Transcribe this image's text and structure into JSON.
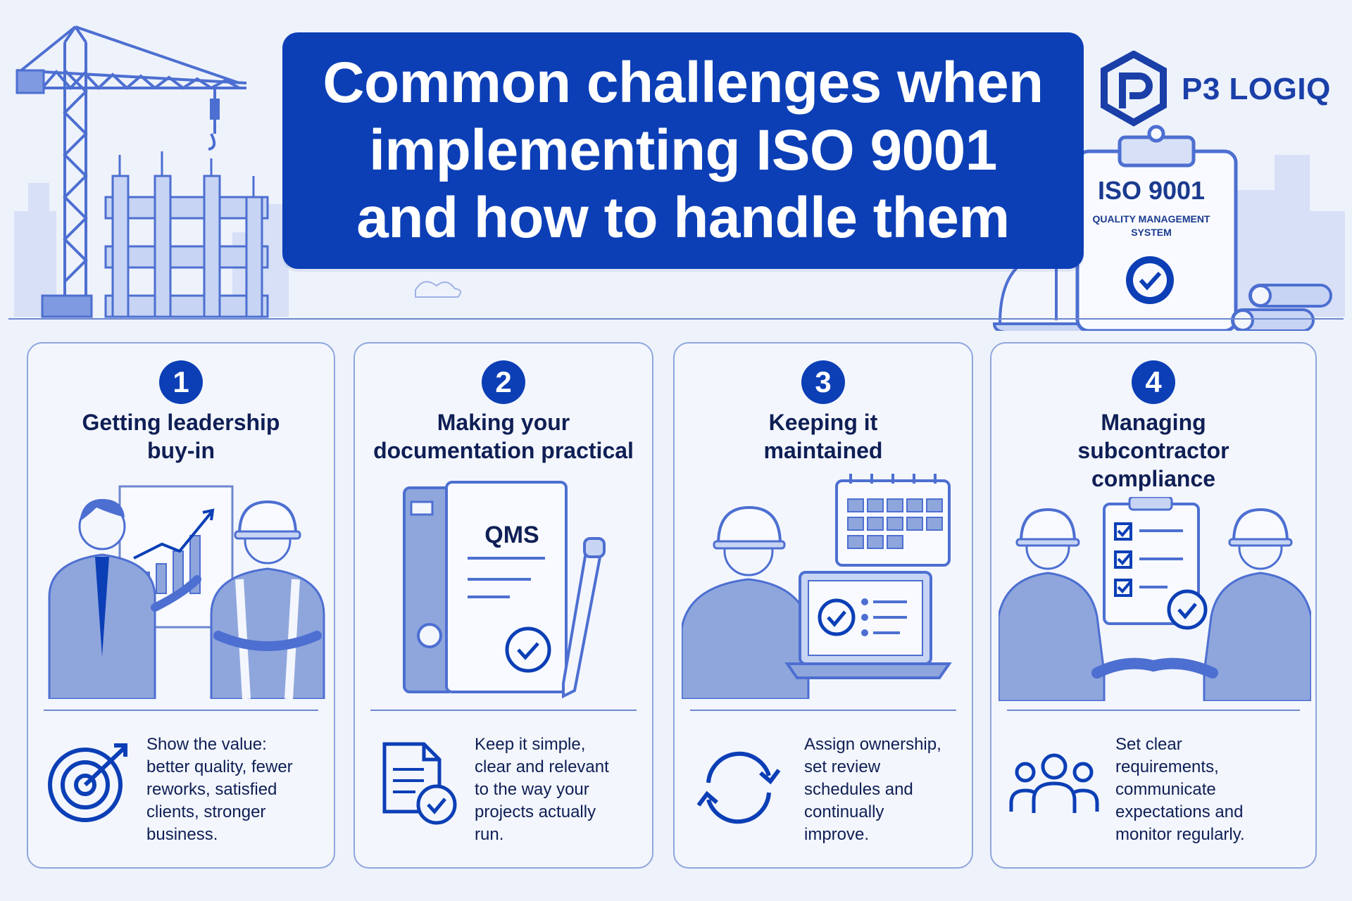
{
  "header": {
    "title_lines": [
      "Common challenges when",
      "implementing ISO 9001",
      "and how to handle them"
    ]
  },
  "logo": {
    "text": "P3 LOGIQ"
  },
  "clipboard": {
    "title": "ISO 9001",
    "subtitle_lines": [
      "QUALITY MANAGEMENT",
      "SYSTEM"
    ]
  },
  "colors": {
    "primary": "#0c3fb6",
    "accent": "#3f63d8",
    "text": "#0f1f55",
    "line": "#6e88d0",
    "background": "#eef2fb"
  },
  "cards": [
    {
      "number": "1",
      "title_lines": [
        "Getting leadership",
        "buy-in"
      ],
      "tip_lines": [
        "Show the value:",
        "better quality, fewer",
        "reworks, satisfied",
        "clients, stronger",
        "business."
      ],
      "icon": "target-icon"
    },
    {
      "number": "2",
      "title_lines": [
        "Making your",
        "documentation practical"
      ],
      "binder_label": "QMS",
      "tip_lines": [
        "Keep it simple,",
        "clear and relevant",
        "to the way your",
        "projects actually",
        "run."
      ],
      "icon": "document-check-icon"
    },
    {
      "number": "3",
      "title_lines": [
        "Keeping it",
        "maintained"
      ],
      "tip_lines": [
        "Assign ownership,",
        "set review",
        "schedules and",
        "continually",
        "improve."
      ],
      "icon": "refresh-cycle-icon"
    },
    {
      "number": "4",
      "title_lines": [
        "Managing",
        "subcontractor",
        "compliance"
      ],
      "tip_lines": [
        "Set clear",
        "requirements,",
        "communicate",
        "expectations and",
        "monitor regularly."
      ],
      "icon": "team-icon"
    }
  ]
}
